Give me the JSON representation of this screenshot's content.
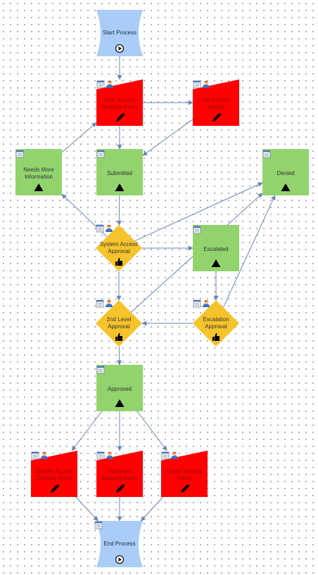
{
  "colors": {
    "start_end": "#a9cdf7",
    "form": "#ff0000",
    "state": "#92d36e",
    "decision": "#f6c32b",
    "connector": "#6b85b5"
  },
  "nodes": {
    "start_process": {
      "label": [
        "Start Process"
      ],
      "icon": "play-icon"
    },
    "user_access_request_form": {
      "label": [
        "User Access",
        "Request Form"
      ],
      "icon": "pencil-icon"
    },
    "hr_access_details": {
      "label": [
        "HR Access",
        "Details"
      ],
      "icon": "pencil-icon"
    },
    "needs_more_information": {
      "label": [
        "Needs More",
        "Information"
      ],
      "icon": "triangle-icon"
    },
    "submitted": {
      "label": [
        "Submitted"
      ],
      "icon": "triangle-icon"
    },
    "denied": {
      "label": [
        "Denied"
      ],
      "icon": "triangle-icon"
    },
    "system_access_approval": {
      "label": [
        "System Access",
        "Approval"
      ],
      "icon": "thumbs-up-icon"
    },
    "escalated": {
      "label": [
        "Escalated"
      ],
      "icon": "triangle-icon"
    },
    "second_level_approval": {
      "label": [
        "2nd Level",
        "Approval"
      ],
      "icon": "thumbs-up-icon"
    },
    "escalation_approval": {
      "label": [
        "Escalation",
        "Approval"
      ],
      "icon": "thumbs-up-icon"
    },
    "approved": {
      "label": [
        "Approved"
      ],
      "icon": "triangle-icon"
    },
    "system_access_delivery_form": {
      "label": [
        "System Access",
        "Delivery Form"
      ],
      "icon": "pencil-icon"
    },
    "hardware_delivery_form": {
      "label": [
        "Hardware",
        "Delivery Form"
      ],
      "icon": "pencil-icon"
    },
    "email_delivery_form": {
      "label": [
        "Email Delivery",
        "Form"
      ],
      "icon": "pencil-icon"
    },
    "end_process": {
      "label": [
        "End Process"
      ],
      "icon": "play-icon"
    }
  },
  "connections": [
    [
      "start_process",
      "user_access_request_form"
    ],
    [
      "user_access_request_form",
      "hr_access_details"
    ],
    [
      "hr_access_details",
      "submitted"
    ],
    [
      "user_access_request_form",
      "submitted"
    ],
    [
      "needs_more_information",
      "user_access_request_form"
    ],
    [
      "submitted",
      "system_access_approval"
    ],
    [
      "system_access_approval",
      "needs_more_information"
    ],
    [
      "system_access_approval",
      "denied"
    ],
    [
      "system_access_approval",
      "escalated"
    ],
    [
      "system_access_approval",
      "second_level_approval"
    ],
    [
      "escalated",
      "escalation_approval"
    ],
    [
      "escalation_approval",
      "second_level_approval"
    ],
    [
      "escalation_approval",
      "denied"
    ],
    [
      "second_level_approval",
      "denied"
    ],
    [
      "second_level_approval",
      "approved"
    ],
    [
      "approved",
      "system_access_delivery_form"
    ],
    [
      "approved",
      "hardware_delivery_form"
    ],
    [
      "approved",
      "email_delivery_form"
    ],
    [
      "system_access_delivery_form",
      "end_process"
    ],
    [
      "hardware_delivery_form",
      "end_process"
    ],
    [
      "email_delivery_form",
      "end_process"
    ]
  ]
}
